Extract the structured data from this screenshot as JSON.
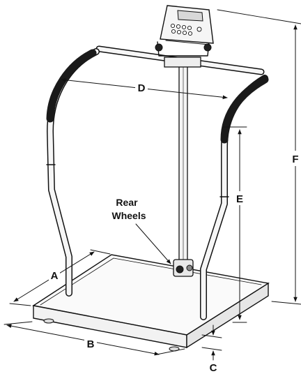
{
  "diagram": {
    "dimension_labels": {
      "a": "A",
      "b": "B",
      "c": "C",
      "d": "D",
      "e": "E",
      "f": "F"
    },
    "callout": {
      "line1": "Rear",
      "line2": "Wheels"
    }
  }
}
